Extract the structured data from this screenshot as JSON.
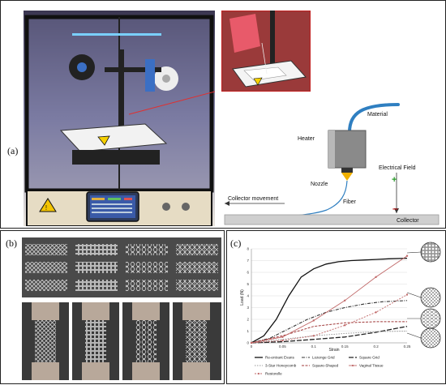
{
  "figure": {
    "panel_a_label": "(a)",
    "panel_b_label": "(b)",
    "panel_c_label": "(c)"
  },
  "schematic": {
    "material": "Material",
    "heater": "Heater",
    "electrical_field": "Electrical Field",
    "plus": "+",
    "minus": "–",
    "nozzle": "Nozzle",
    "fiber": "Fiber",
    "collector_movement": "Collector movement",
    "collector": "Collector"
  },
  "chart_data": {
    "type": "line",
    "xlabel": "Strain",
    "ylabel": "Load (N)",
    "xlim": [
      0,
      0.25
    ],
    "ylim": [
      0,
      8
    ],
    "xticks": [
      "0",
      "0.05",
      "0.1",
      "0.15",
      "0.2",
      "0.25"
    ],
    "yticks": [
      "0",
      "1",
      "2",
      "3",
      "4",
      "5",
      "6",
      "7",
      "8"
    ],
    "grid": true,
    "legend": "bottom",
    "series": [
      {
        "name": "Re-entrant Evans",
        "color": "#111111",
        "dash": "solid",
        "width": 1.3,
        "x": [
          0,
          0.02,
          0.04,
          0.06,
          0.08,
          0.1,
          0.12,
          0.14,
          0.16,
          0.18,
          0.2,
          0.22,
          0.25
        ],
        "y": [
          0,
          0.6,
          2.0,
          4.0,
          5.6,
          6.3,
          6.7,
          6.9,
          7.0,
          7.05,
          7.1,
          7.15,
          7.2
        ]
      },
      {
        "name": "Lozenge Grid",
        "color": "#333333",
        "dash": "4,1.5,1,1.5",
        "width": 1.1,
        "x": [
          0,
          0.03,
          0.06,
          0.09,
          0.12,
          0.15,
          0.18,
          0.21,
          0.25
        ],
        "y": [
          0,
          0.4,
          1.2,
          2.0,
          2.6,
          3.0,
          3.3,
          3.5,
          3.6
        ]
      },
      {
        "name": "Square Grid",
        "color": "#222222",
        "dash": "6,2",
        "width": 1.3,
        "x": [
          0,
          0.05,
          0.1,
          0.15,
          0.2,
          0.22,
          0.25
        ],
        "y": [
          0,
          0.1,
          0.3,
          0.5,
          0.9,
          1.1,
          1.4
        ]
      },
      {
        "name": "3-Star Honeycomb",
        "color": "#999999",
        "dash": "1.5,1.5",
        "width": 1,
        "x": [
          0,
          0.05,
          0.1,
          0.15,
          0.2,
          0.25
        ],
        "y": [
          0,
          0.3,
          0.6,
          0.8,
          0.95,
          1.0
        ]
      },
      {
        "name": "Square-Shaped",
        "color": "#a03a3a",
        "dash": "3,1.5",
        "width": 1,
        "x": [
          0,
          0.05,
          0.1,
          0.15,
          0.2,
          0.25
        ],
        "y": [
          0,
          0.6,
          1.4,
          1.7,
          1.8,
          1.8
        ]
      },
      {
        "name": "Vaginal Tissue",
        "color": "#c06868",
        "dash": "solid",
        "width": 0.9,
        "marker": true,
        "x": [
          0,
          0.05,
          0.1,
          0.15,
          0.2,
          0.25
        ],
        "y": [
          0,
          0.5,
          1.9,
          3.6,
          5.6,
          7.4
        ]
      },
      {
        "name": "Restorelle",
        "color": "#c06868",
        "dash": "2,1.5",
        "width": 0.9,
        "marker": true,
        "x": [
          0,
          0.05,
          0.1,
          0.15,
          0.2,
          0.25
        ],
        "y": [
          0,
          0.2,
          0.6,
          1.5,
          2.6,
          4.1
        ]
      }
    ]
  }
}
